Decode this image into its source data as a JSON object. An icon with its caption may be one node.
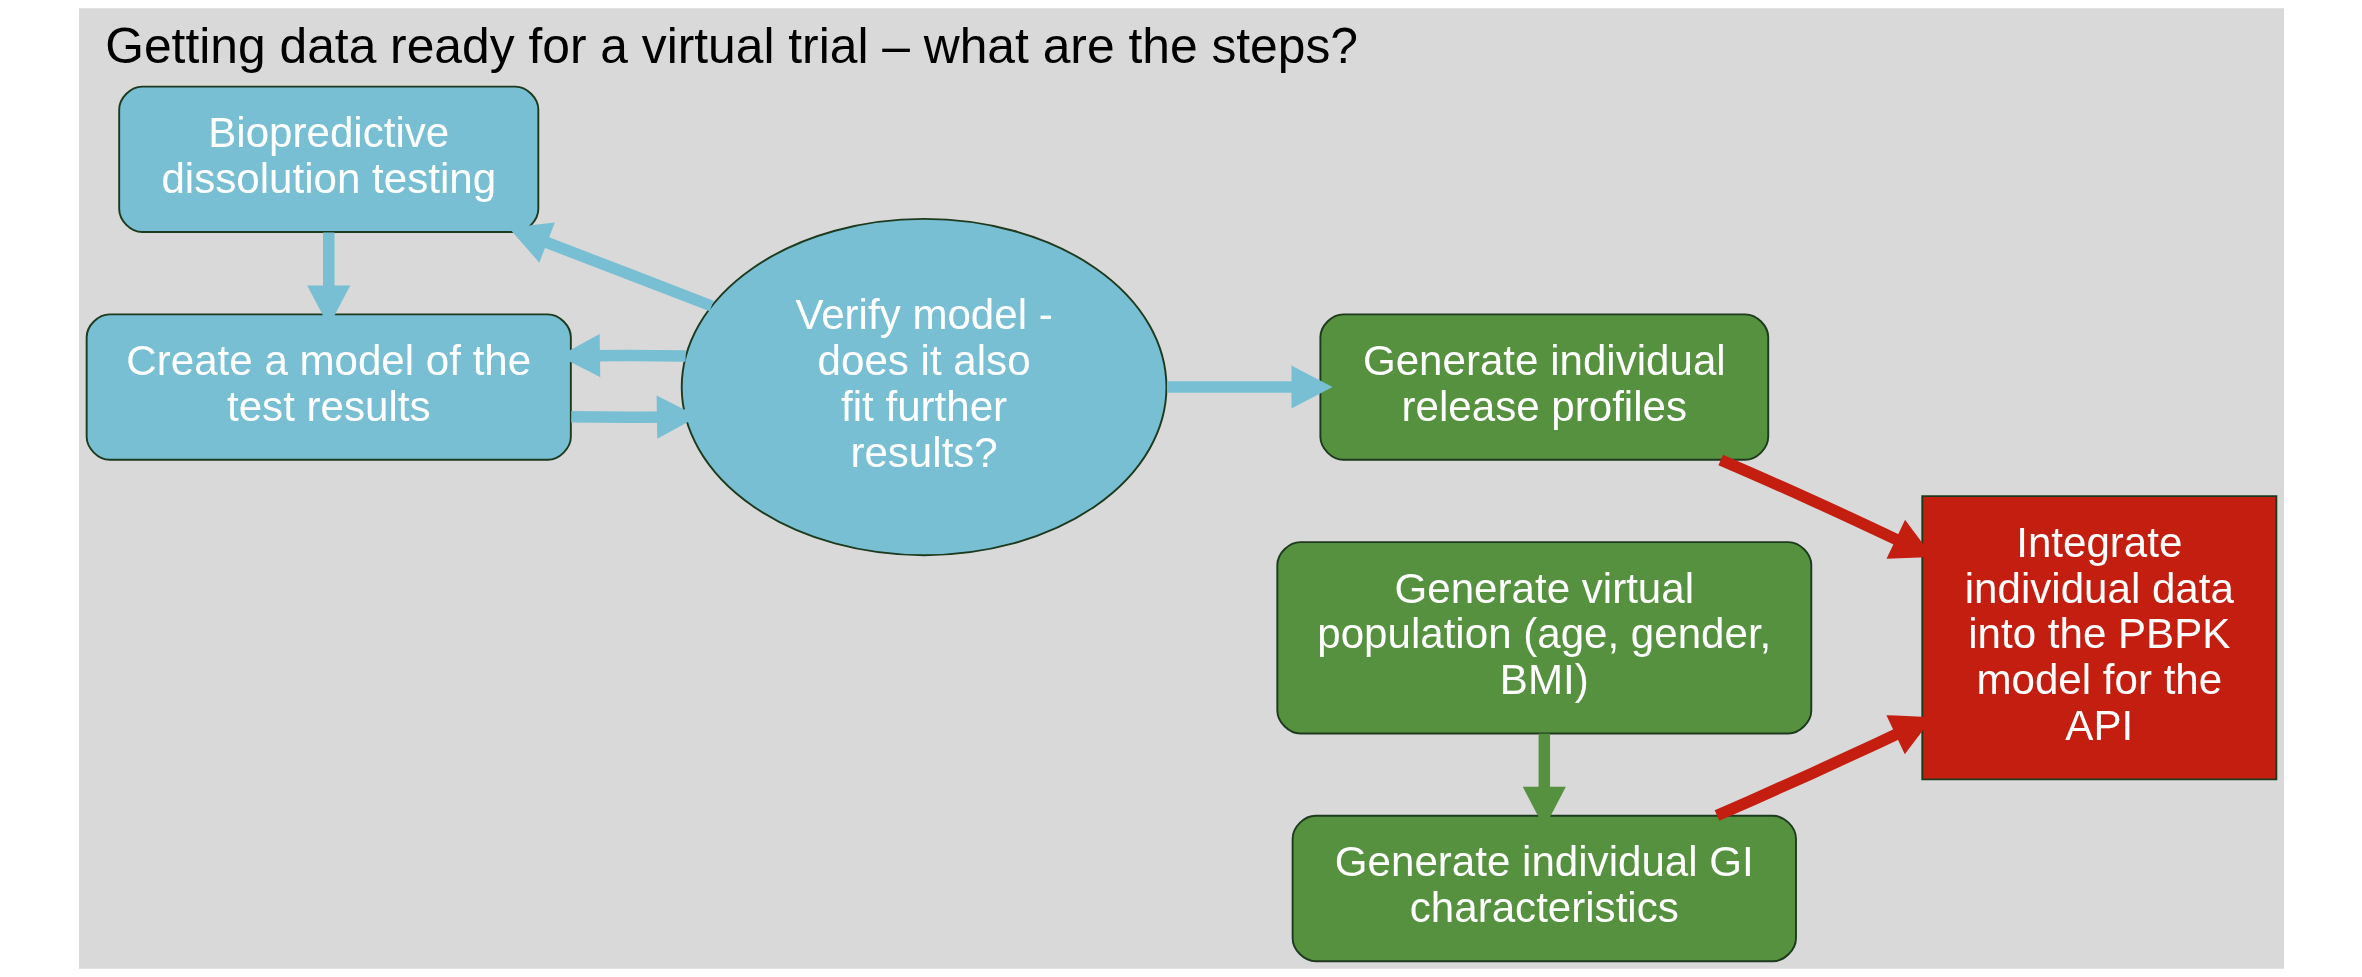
{
  "diagram": {
    "title": "Getting data ready for a virtual trial – what are the steps?",
    "nodes": [
      {
        "text": [
          "Biopredictive dissolution testing"
        ]
      },
      {
        "text": [
          "Create a model of the test results"
        ]
      },
      {
        "text": [
          "Verify model - does it also fit further results?"
        ]
      },
      {
        "text": [
          "Generate virtual population (age, gender, BMI)"
        ]
      },
      {
        "text": [
          "Generate individual GI characteristics"
        ]
      },
      {
        "text": [
          "Generate individual release profiles"
        ]
      },
      {
        "text": [
          "Integrate individual data into the PBPK model for the API"
        ]
      }
    ],
    "edges": [
      {
        "from": 0,
        "to": 1,
        "arrow": "to"
      },
      {
        "from": 1,
        "to": 2,
        "arrow": "to"
      },
      {
        "from": 2,
        "to": 0,
        "arrow": "to"
      },
      {
        "from": 2,
        "to": 1,
        "arrow": "to"
      },
      {
        "from": 2,
        "to": 5,
        "arrow": "to"
      },
      {
        "from": 3,
        "to": 4,
        "arrow": "to",
        "color": "#56913f"
      },
      {
        "from": 4,
        "to": 6,
        "arrow": "to",
        "color": "#c41e10"
      },
      {
        "from": 5,
        "to": 6,
        "arrow": "to",
        "color": "#c41e10"
      }
    ]
  }
}
